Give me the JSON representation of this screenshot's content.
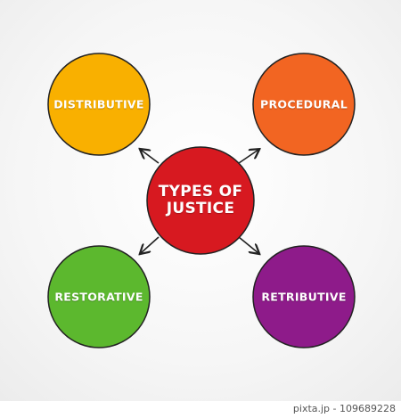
{
  "diagram": {
    "center": {
      "label_line1": "TYPES OF",
      "label_line2": "JUSTICE",
      "color": "#d71920"
    },
    "nodes": [
      {
        "id": "distributive",
        "label": "DISTRIBUTIVE",
        "color": "#f9b000"
      },
      {
        "id": "procedural",
        "label": "PROCEDURAL",
        "color": "#f26522"
      },
      {
        "id": "restorative",
        "label": "RESTORATIVE",
        "color": "#5cb82e"
      },
      {
        "id": "retributive",
        "label": "RETRIBUTIVE",
        "color": "#8e1b8a"
      }
    ]
  },
  "footer": {
    "stock_id": "pixta.jp - 109689228"
  }
}
